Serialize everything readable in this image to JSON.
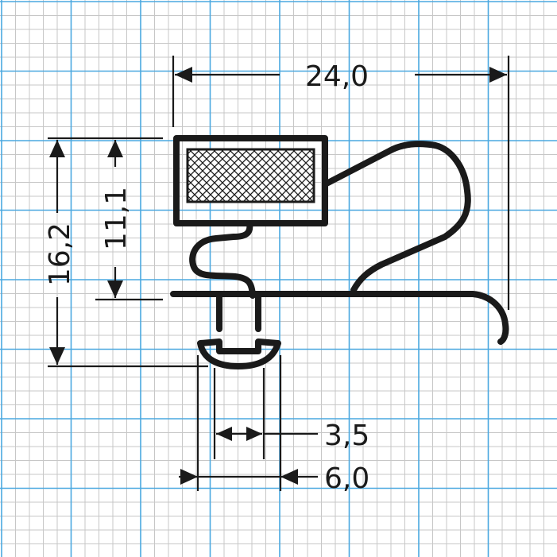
{
  "diagram": {
    "type": "gasket-profile-technical-drawing",
    "colors": {
      "background": "#ffffff",
      "minor_grid": "#c7c7c7",
      "major_grid": "#4aa8e0",
      "ink": "#1a1a1a"
    },
    "dimensions": {
      "overall_width": "24,0",
      "overall_height": "16,2",
      "upper_height": "11,1",
      "inner_width": "3,5",
      "outer_width": "6,0"
    }
  }
}
